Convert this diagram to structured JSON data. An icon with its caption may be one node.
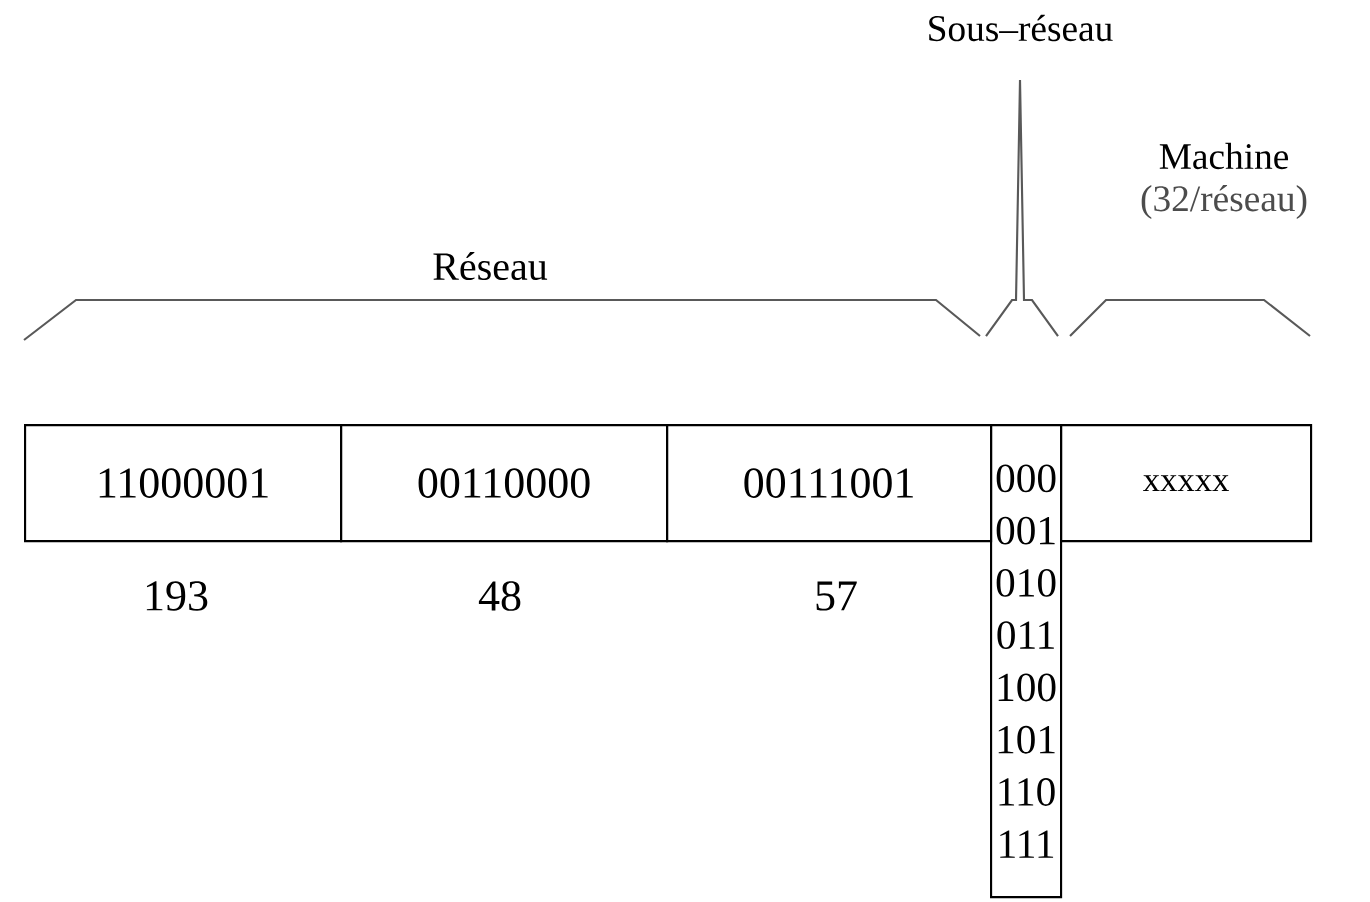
{
  "diagram": {
    "nodes": [
      {
        "text": [
          "11000001"
        ]
      },
      {
        "text": [
          "00110000"
        ]
      },
      {
        "text": [
          "00111001"
        ]
      },
      {
        "text": [
          "000",
          "001",
          "010",
          "011",
          "100",
          "101",
          "110",
          "111"
        ]
      },
      {
        "text": [
          "xxxxx"
        ]
      }
    ],
    "labels": [
      "Sous–réseau",
      "Machine",
      "(32/réseau)",
      "Réseau",
      "193",
      "48",
      "57"
    ]
  }
}
